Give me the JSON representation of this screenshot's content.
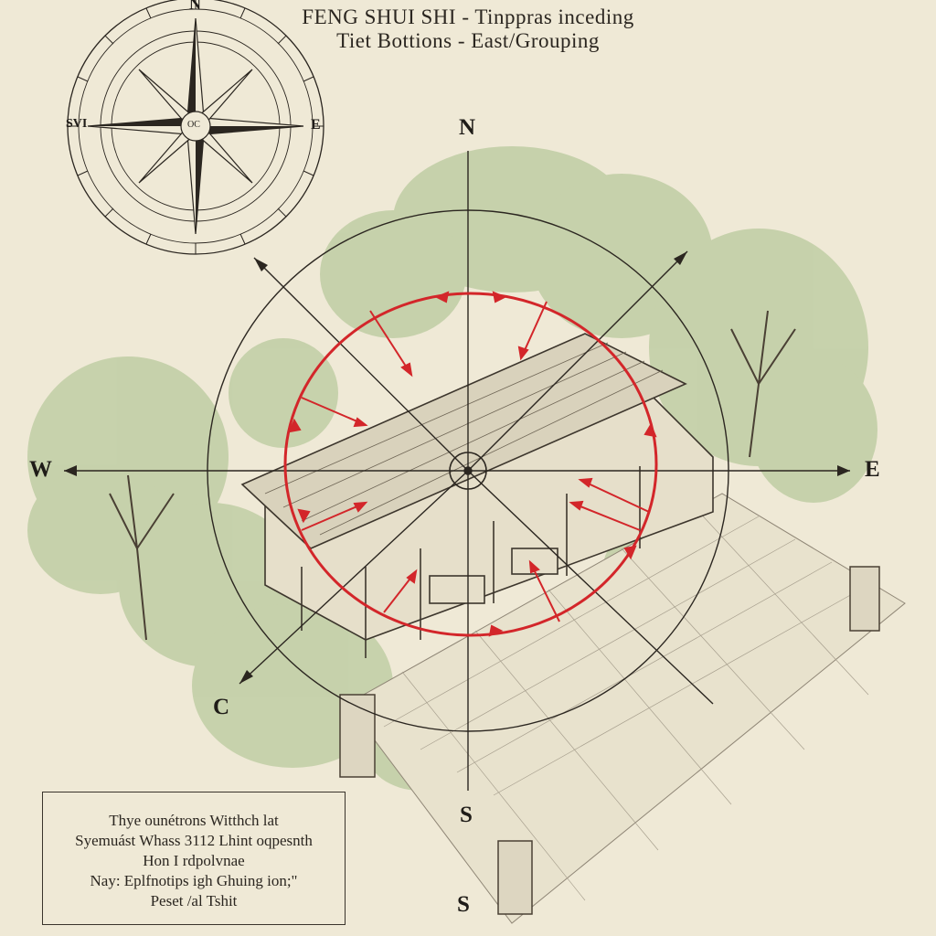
{
  "title": {
    "line1": "FENG SHUI SHI - Tinppras inceding",
    "line2": "Tiet Bottions - East/Grouping"
  },
  "directions": {
    "north": "N",
    "south": "S",
    "east": "E",
    "west": "W",
    "southwest": "C",
    "bottom_south": "S"
  },
  "compass_rose": {
    "north": "N",
    "east": "E",
    "west": "SVI",
    "center": "OC"
  },
  "legend": {
    "lines": [
      "Thye ounétrons Witthch lat",
      "Syemuást Whass 3112 Lhint oqpesnth",
      "Hon I rdpolvnae",
      "Nay: Eplfnotips igh Ghuing ion;\"",
      "Peset /al Tshit"
    ]
  },
  "colors": {
    "paper": "#efe9d6",
    "ink": "#2b2620",
    "accent_red": "#d3262a",
    "foliage": "#b7c79b"
  }
}
